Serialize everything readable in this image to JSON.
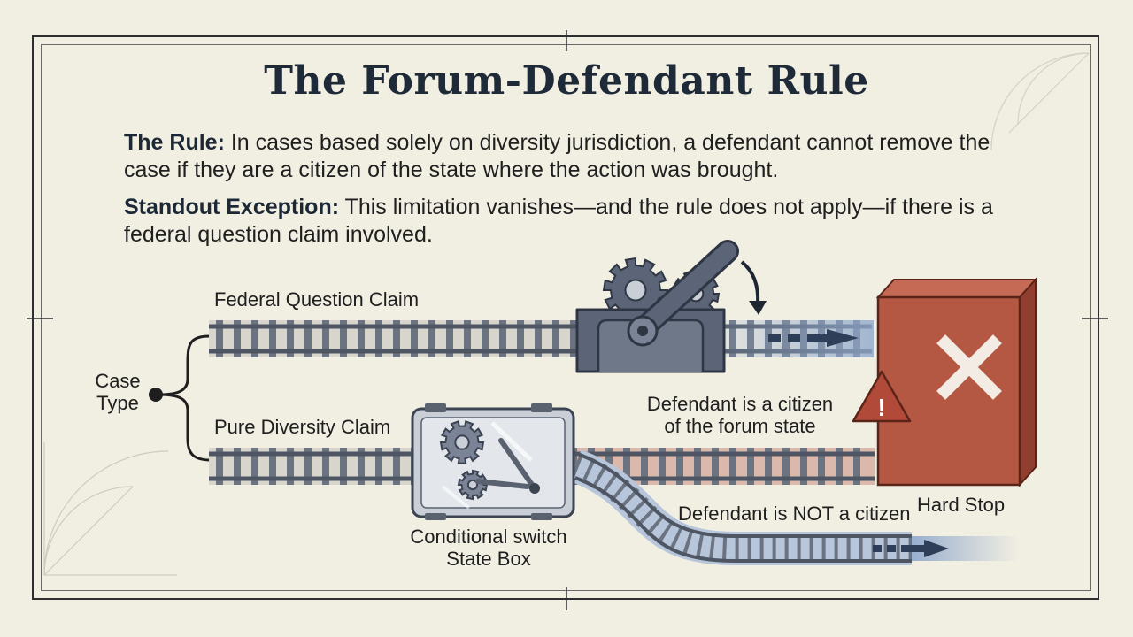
{
  "title": "The Forum-Defendant Rule",
  "rule": {
    "label": "The Rule:",
    "text": " In cases based solely on diversity jurisdiction, a defendant cannot remove the case if they are a citizen of the state where the action was brought."
  },
  "exception": {
    "label": "Standout Exception:",
    "text": " This limitation vanishes—and the rule does not apply—if there is a federal question claim involved."
  },
  "diagram": {
    "case_type": {
      "line1": "Case",
      "line2": "Type"
    },
    "federal_track": "Federal Question Claim",
    "diversity_track": "Pure Diversity Claim",
    "switch_box": {
      "line1": "Conditional switch",
      "line2": "State Box"
    },
    "citizen_branch": {
      "line1": "Defendant is a citizen",
      "line2": "of the forum state"
    },
    "not_citizen_branch": "Defendant is NOT a citizen",
    "hard_stop": "Hard Stop",
    "warning_glyph": "!",
    "icons": [
      "gear-icon",
      "lever-icon",
      "warning-icon",
      "x-mark-icon",
      "arrow-right-icon"
    ],
    "colors": {
      "rail": "#5a6270",
      "safe_path": "#8fa8cc",
      "blocked_path": "#c98d80",
      "hard_stop": "#b45743",
      "warning": "#b24a39",
      "gear": "#5b6577"
    }
  }
}
